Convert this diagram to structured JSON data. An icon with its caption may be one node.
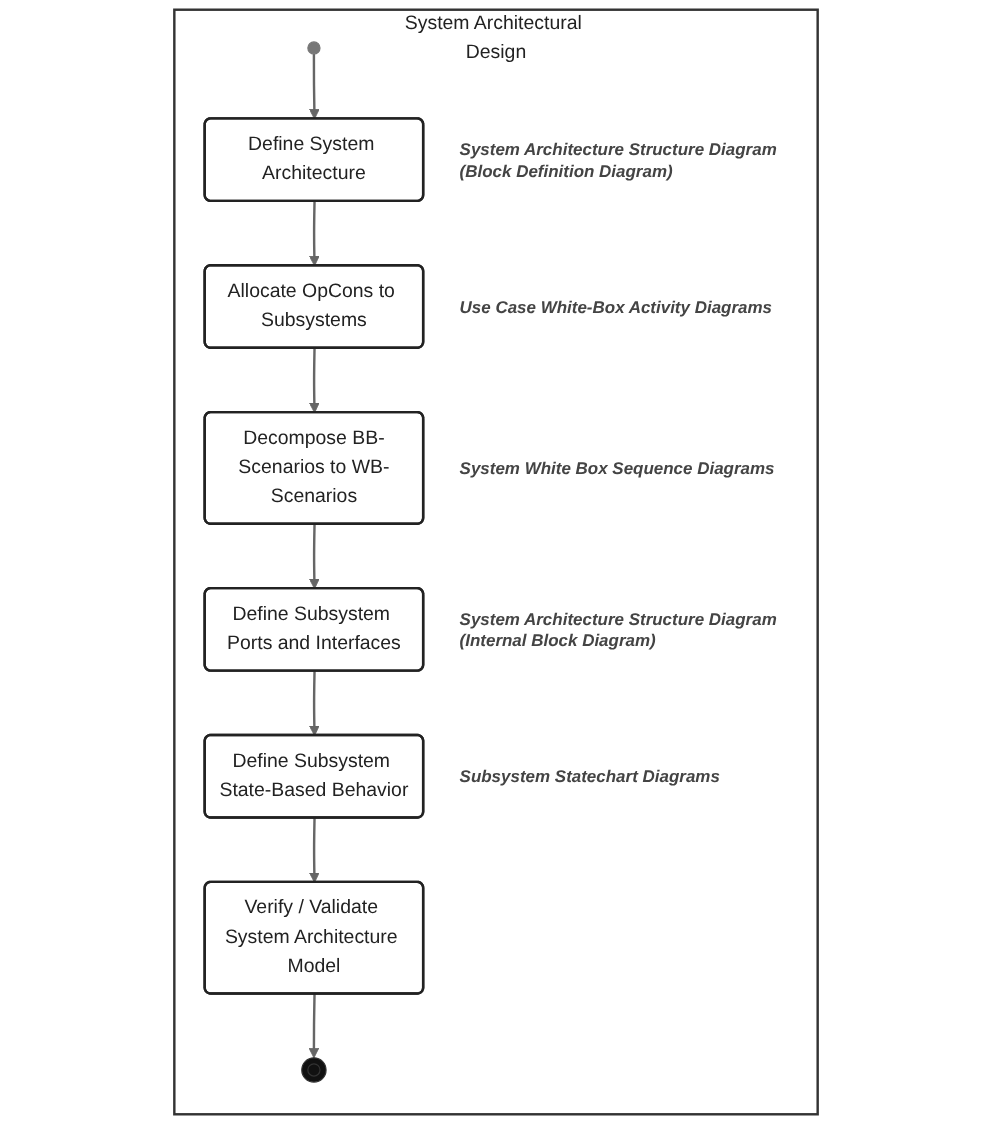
{
  "diagram": {
    "nodes": [
      {
        "text": [
          "System Architectural Design"
        ]
      },
      {
        "text": [],
        "shape": "circle",
        "in": 0
      },
      {
        "text": [
          "Define System Architecture"
        ],
        "in": 0,
        "beside": [
          "System Architecture Structure Diagram (Block Definition Diagram)"
        ]
      },
      {
        "text": [
          "Allocate OpCons to Subsystems"
        ],
        "in": 0,
        "beside": [
          "Use Case White-Box Activity Diagrams"
        ]
      },
      {
        "text": [
          "Decompose BB-Scenarios to WB-Scenarios"
        ],
        "in": 0,
        "beside": [
          "System White Box Sequence Diagrams"
        ]
      },
      {
        "text": [
          "Define Subsystem Ports and Interfaces"
        ],
        "in": 0,
        "beside": [
          "System Architecture Structure Diagram (Internal Block Diagram)"
        ]
      },
      {
        "text": [
          "Define Subsystem State-Based Behavior"
        ],
        "in": 0,
        "beside": [
          "Subsystem Statechart Diagrams"
        ]
      },
      {
        "text": [
          "Verify / Validate System Architecture Model"
        ],
        "in": 0
      },
      {
        "text": [],
        "shape": "bullseye",
        "in": 0
      }
    ],
    "edges": [
      {
        "from": 1,
        "to": 2,
        "arrow": "to"
      },
      {
        "from": 2,
        "to": 3,
        "arrow": "to"
      },
      {
        "from": 3,
        "to": 4,
        "arrow": "to"
      },
      {
        "from": 4,
        "to": 5,
        "arrow": "to"
      },
      {
        "from": 5,
        "to": 6,
        "arrow": "to"
      },
      {
        "from": 6,
        "to": 7,
        "arrow": "to"
      },
      {
        "from": 7,
        "to": 8,
        "arrow": "to"
      }
    ]
  }
}
